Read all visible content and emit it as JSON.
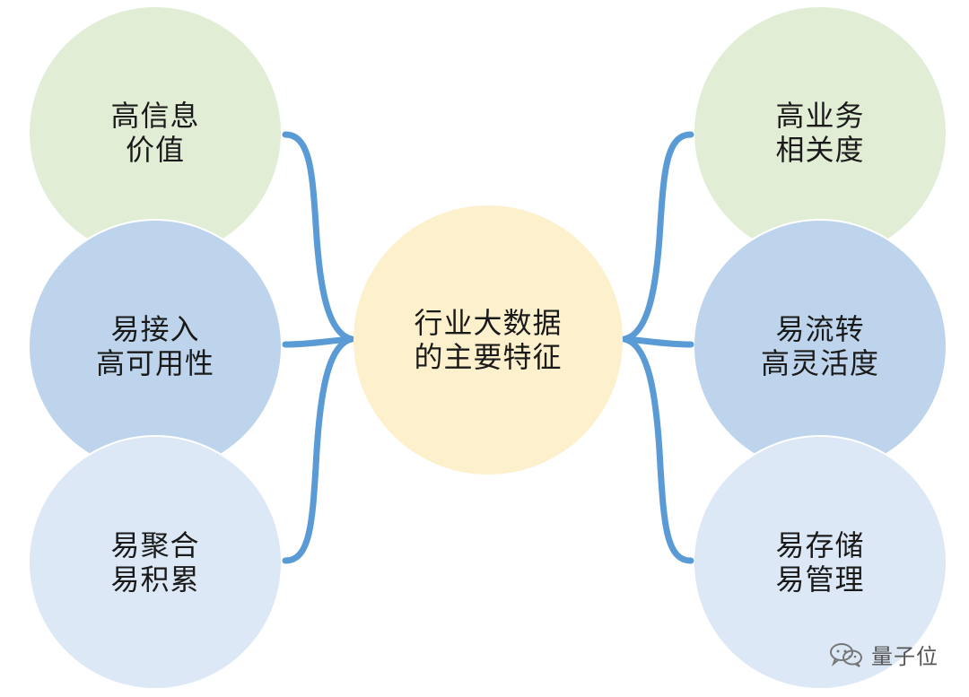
{
  "colors": {
    "green": "#e2edd6",
    "blue_mid": "#bdd4ec",
    "blue_light": "#dce8f5",
    "center": "#fdf0cd",
    "connector": "#5b9bd5"
  },
  "center": {
    "line1": "行业大数据",
    "line2": "的主要特征"
  },
  "left": [
    {
      "line1": "高信息",
      "line2": "价值",
      "color": "green"
    },
    {
      "line1": "易接入",
      "line2": "高可用性",
      "color": "blue_mid"
    },
    {
      "line1": "易聚合",
      "line2": "易积累",
      "color": "blue_light"
    }
  ],
  "right": [
    {
      "line1": "高业务",
      "line2": "相关度",
      "color": "green"
    },
    {
      "line1": "易流转",
      "line2": "高灵活度",
      "color": "blue_mid"
    },
    {
      "line1": "易存储",
      "line2": "易管理",
      "color": "blue_light"
    }
  ],
  "watermark": {
    "text": "量子位",
    "icon": "wechat-icon"
  }
}
